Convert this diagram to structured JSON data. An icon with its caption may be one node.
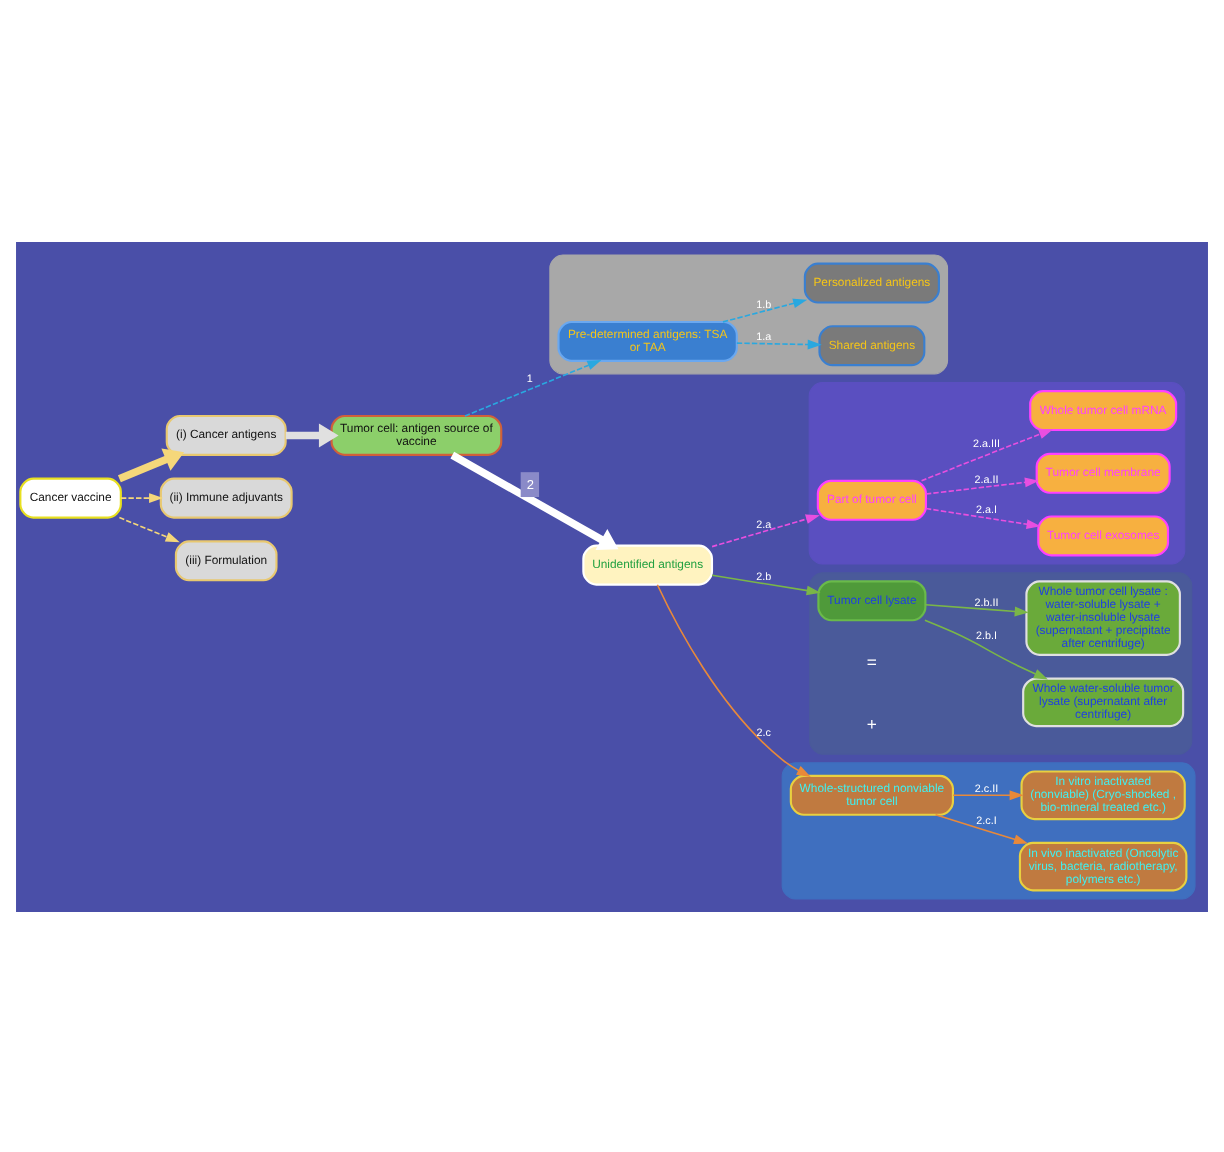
{
  "diagram": {
    "nodes": [
      {
        "text": [
          "Cancer vaccine"
        ]
      },
      {
        "text": [
          "(i) Cancer antigens"
        ]
      },
      {
        "text": [
          "(ii) Immune adjuvants"
        ]
      },
      {
        "text": [
          "(iii) Formulation"
        ]
      },
      {
        "text": [
          "Tumor cell: antigen source of vaccine"
        ]
      },
      {
        "text": [],
        "shape": "box"
      },
      {
        "text": [
          "Pre-determined antigens: TSA or TAA"
        ],
        "in": 5
      },
      {
        "text": [
          "Shared antigens"
        ],
        "in": 5
      },
      {
        "text": [
          "Personalized antigens"
        ],
        "in": 5
      },
      {
        "text": [
          "Unidentified antigens"
        ]
      },
      {
        "text": [],
        "shape": "box"
      },
      {
        "text": [
          "Part of tumor cell"
        ],
        "in": 10
      },
      {
        "text": [
          "Tumor cell exosomes"
        ],
        "in": 10
      },
      {
        "text": [
          "Tumor cell membrane"
        ],
        "in": 10
      },
      {
        "text": [
          "Whole tumor cell mRNA"
        ],
        "in": 10
      },
      {
        "text": [],
        "shape": "box"
      },
      {
        "text": [
          "Tumor cell lysate"
        ],
        "in": 15
      },
      {
        "text": [
          "Whole water-soluble tumor lysate (supernatant after centrifuge)"
        ],
        "in": 15
      },
      {
        "text": [
          "Whole tumor cell lysate : water-soluble lysate + water-insoluble lysate (supernatant + precipitate after centrifuge)"
        ],
        "in": 15
      },
      {
        "text": [],
        "shape": "box"
      },
      {
        "text": [
          "Whole-structured nonviable tumor cell"
        ],
        "in": 19
      },
      {
        "text": [
          "In vivo inactivated (Oncolytic virus, bacteria, radiotherapy, polymers etc.)"
        ],
        "in": 19
      },
      {
        "text": [
          "In vitro inactivated (nonviable) (Cryo-shocked , bio-mineral treated etc.)"
        ],
        "in": 19
      }
    ],
    "edges": [
      {
        "from": 0,
        "to": 1,
        "arrow": "to",
        "style": "thick",
        "color": "#f5d77a"
      },
      {
        "from": 0,
        "to": 2,
        "arrow": "to",
        "style": "dashed",
        "color": "#f5d77a"
      },
      {
        "from": 0,
        "to": 3,
        "arrow": "to",
        "style": "dashed",
        "color": "#f5d77a"
      },
      {
        "from": 1,
        "to": 4,
        "arrow": "to",
        "style": "thick",
        "color": "#e0e0e0"
      },
      {
        "from": 4,
        "to": 6,
        "label": "1",
        "arrow": "to",
        "style": "dashed",
        "color": "#29a8e0"
      },
      {
        "from": 6,
        "to": 7,
        "label": "1.a",
        "arrow": "to",
        "style": "dashed",
        "color": "#29a8e0"
      },
      {
        "from": 6,
        "to": 8,
        "label": "1.b",
        "arrow": "to",
        "style": "dashed",
        "color": "#29a8e0"
      },
      {
        "from": 4,
        "to": 9,
        "label": "2",
        "arrow": "to",
        "style": "thick",
        "color": "#ffffff"
      },
      {
        "from": 9,
        "to": 11,
        "label": "2.a",
        "arrow": "to",
        "style": "dashed",
        "color": "#e84fe0"
      },
      {
        "from": 11,
        "to": 12,
        "label": "2.a.I",
        "arrow": "to",
        "style": "dashed",
        "color": "#e84fe0"
      },
      {
        "from": 11,
        "to": 13,
        "label": "2.a.II",
        "arrow": "to",
        "style": "dashed",
        "color": "#e84fe0"
      },
      {
        "from": 11,
        "to": 14,
        "label": "2.a.III",
        "arrow": "to",
        "style": "dashed",
        "color": "#e84fe0"
      },
      {
        "from": 9,
        "to": 16,
        "label": "2.b",
        "arrow": "to",
        "color": "#7ab648"
      },
      {
        "from": 16,
        "to": 17,
        "label": "2.b.I",
        "arrow": "to",
        "color": "#7ab648"
      },
      {
        "from": 16,
        "to": 18,
        "label": "2.b.II",
        "arrow": "to",
        "color": "#7ab648"
      },
      {
        "from": 9,
        "to": 20,
        "label": "2.c",
        "arrow": "to",
        "color": "#e8893a"
      },
      {
        "from": 20,
        "to": 21,
        "label": "2.c.I",
        "arrow": "to",
        "color": "#e8893a"
      },
      {
        "from": 20,
        "to": 22,
        "label": "2.c.II",
        "arrow": "to",
        "color": "#e8893a"
      }
    ],
    "labels": [
      "=",
      "+"
    ]
  }
}
